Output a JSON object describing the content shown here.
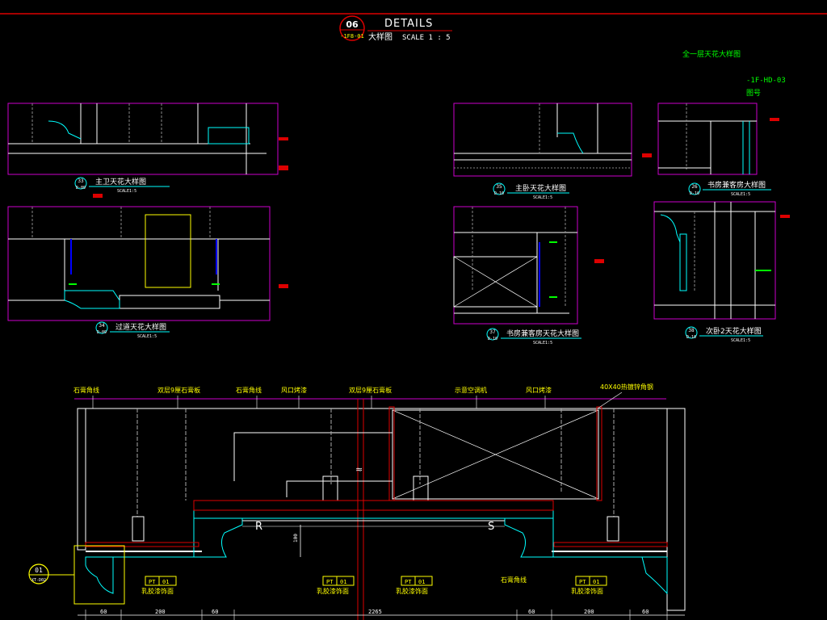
{
  "sheet": {
    "header": {
      "badge_top": "06",
      "badge_bottom": "-1F8-01",
      "title": "DETAILS",
      "subtitle": "大样图",
      "scale": "SCALE   1 : 5"
    },
    "side_note": "全一层天花大样图",
    "drawing_ref": "-1F-HD-03",
    "drawing_ref_sub": "图号",
    "scale_note": "SCALE1:5"
  },
  "details": [
    {
      "num": "33",
      "sheet": "D-09",
      "title": "主卫天花大样图"
    },
    {
      "num": "34",
      "sheet": "D-09",
      "title": "过道天花大样图"
    },
    {
      "num": "35",
      "sheet": "D-10",
      "title": "主卧天花大样图"
    },
    {
      "num": "37",
      "sheet": "D-10",
      "title": "书房兼客房天花大样图"
    },
    {
      "num": "26",
      "sheet": "D-10",
      "title": "书房兼客房大样图"
    },
    {
      "num": "38",
      "sheet": "D-10",
      "title": "次卧2天花大样图"
    }
  ],
  "main": {
    "top_labels": [
      "石膏角线",
      "双层9厘石膏板",
      "石膏角线",
      "风口烤漆",
      "双层9厘石膏板",
      "示意空调机",
      "风口烤漆",
      "40X40热镀锌角钢"
    ],
    "bottom_labels": [
      "石膏角线"
    ],
    "material_tags": [
      {
        "code": "PT",
        "num": "01",
        "label": "乳胶漆饰面"
      },
      {
        "code": "PT",
        "num": "01",
        "label": "乳胶漆饰面"
      },
      {
        "code": "PT",
        "num": "01",
        "label": "乳胶漆饰面"
      },
      {
        "code": "PT",
        "num": "01",
        "label": "乳胶漆饰面"
      }
    ],
    "callout": {
      "num": "01",
      "sheet": "XT-D02"
    },
    "marks": [
      "R",
      "S"
    ],
    "vertical_dim": "100",
    "dimensions": [
      "60",
      "200",
      "60",
      "2265",
      "60",
      "200",
      "60"
    ]
  }
}
